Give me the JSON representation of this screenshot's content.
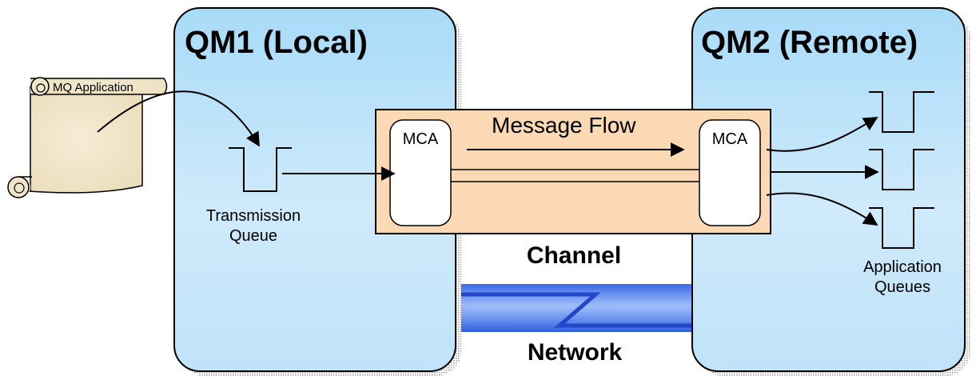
{
  "qm_local": {
    "title": "QM1 (Local)"
  },
  "qm_remote": {
    "title": "QM2 (Remote)"
  },
  "application": {
    "label": "MQ Application"
  },
  "transmission_queue": {
    "line1": "Transmission",
    "line2": "Queue"
  },
  "channel": {
    "label": "Channel",
    "flow_label": "Message Flow",
    "mca_left": "MCA",
    "mca_right": "MCA"
  },
  "network": {
    "label": "Network"
  },
  "application_queues": {
    "line1": "Application",
    "line2": "Queues"
  },
  "colors": {
    "qm_fill": "#aedcf7",
    "channel_fill": "#fcd9b5",
    "network_blue": "#2f5fe0",
    "scroll_fill": "#f1e6cc"
  }
}
